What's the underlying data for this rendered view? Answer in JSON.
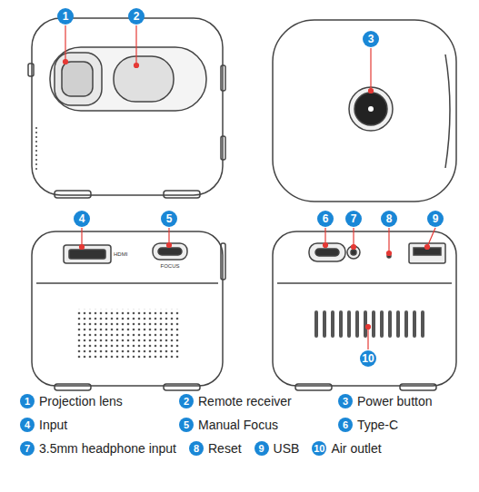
{
  "diagram": {
    "labels": [
      "1",
      "2",
      "3",
      "4",
      "5",
      "6",
      "7",
      "8",
      "9",
      "10",
      "HDMI",
      "FOCUS",
      "1",
      "Projection lens",
      "2",
      "Remote receiver",
      "3",
      "Power button",
      "4",
      "Input",
      "5",
      "Manual Focus",
      "6",
      "Type-C",
      "7",
      "3.5mm headphone input",
      "8",
      "Reset",
      "9",
      "USB",
      "10",
      "Air outlet"
    ]
  }
}
